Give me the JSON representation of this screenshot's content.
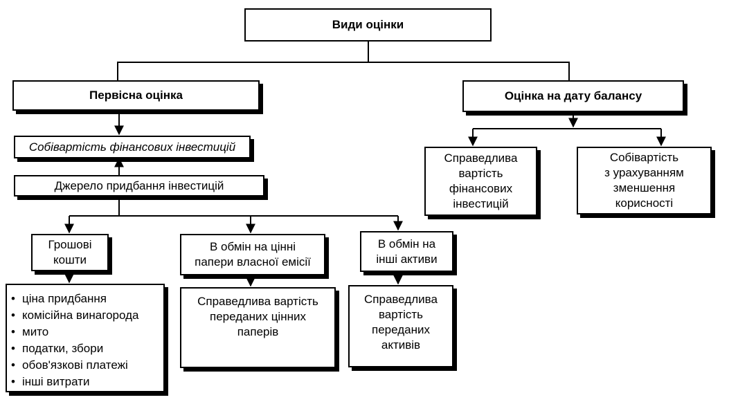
{
  "root": {
    "label": "Види оцінки"
  },
  "initial": {
    "label": "Первісна оцінка",
    "cost": "Собівартість фінансових інвестицій",
    "source": "Джерело придбання інвестицій",
    "cash": {
      "label": [
        "Грошові",
        "кошти"
      ],
      "items": [
        "ціна придбання",
        "комісійна винагорода",
        "мито",
        "податки, збори",
        "обов'язкові платежі",
        "інші витрати"
      ]
    },
    "securities": {
      "label": [
        "В обмін на цінні",
        "папери власної емісії"
      ],
      "result": [
        "Справедлива вартість",
        "переданих цінних",
        "паперів"
      ]
    },
    "assets": {
      "label": [
        "В обмін на",
        "інші активи"
      ],
      "result": [
        "Справедлива",
        "вартість",
        "переданих",
        "активів"
      ]
    }
  },
  "balance": {
    "label": "Оцінка на дату балансу",
    "fair": [
      "Справедлива",
      "вартість",
      "фінансових",
      "інвестицій"
    ],
    "impaired": [
      "Собівартість",
      "з урахуванням",
      "зменшення",
      "корисності"
    ]
  }
}
